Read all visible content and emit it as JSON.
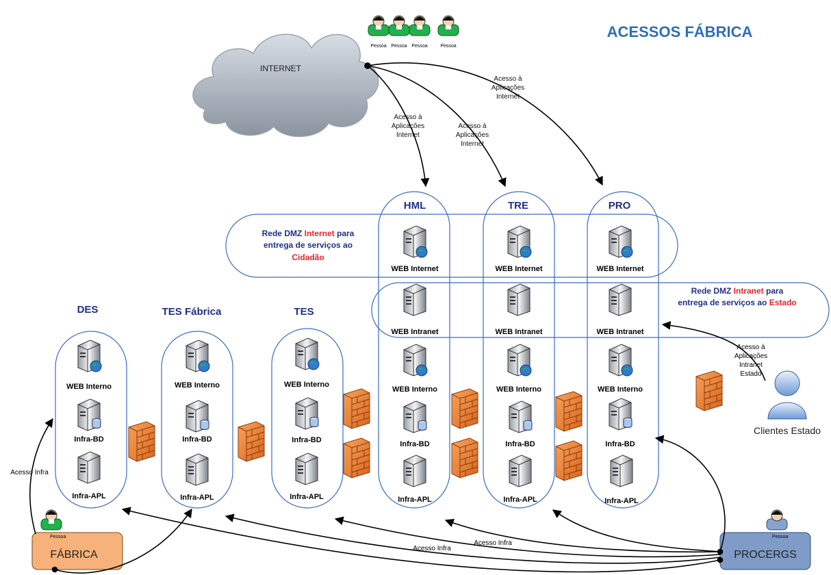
{
  "title": "ACESSOS FÁBRICA",
  "internet": {
    "label": "INTERNET"
  },
  "people_top": [
    "Pessoa",
    "Pessoa",
    "Pessoa",
    "Pessoa"
  ],
  "access_labels": {
    "internet_app": [
      "Acesso à",
      "Aplicações",
      "Internet"
    ],
    "intranet_app": [
      "Acesso à",
      "Aplicações",
      "Intranet",
      "Estado"
    ],
    "infra": "Acesso Infra"
  },
  "environments": [
    {
      "id": "des",
      "label": "DES",
      "servers": [
        "WEB Interno",
        "Infra-BD",
        "Infra-APL"
      ]
    },
    {
      "id": "tes-fabrica",
      "label": "TES Fábrica",
      "servers": [
        "WEB Interno",
        "Infra-BD",
        "Infra-APL"
      ]
    },
    {
      "id": "tes",
      "label": "TES",
      "servers": [
        "WEB Interno",
        "Infra-BD",
        "Infra-APL"
      ]
    },
    {
      "id": "hml",
      "label": "HML",
      "servers": [
        "WEB Internet",
        "WEB Intranet",
        "WEB Interno",
        "Infra-BD",
        "Infra-APL"
      ]
    },
    {
      "id": "tre",
      "label": "TRE",
      "servers": [
        "WEB Internet",
        "WEB Intranet",
        "WEB Interno",
        "Infra-BD",
        "Infra-APL"
      ]
    },
    {
      "id": "pro",
      "label": "PRO",
      "servers": [
        "WEB Internet",
        "WEB Intranet",
        "WEB Interno",
        "Infra-BD",
        "Infra-APL"
      ]
    }
  ],
  "dmz_internet": {
    "line1_a": "Rede DMZ ",
    "line1_b": "Internet",
    "line1_c": " para",
    "line2": "entrega de serviços ao",
    "line3": "Cidadão"
  },
  "dmz_intranet": {
    "line1_a": "Rede DMZ ",
    "line1_b": "Intranet",
    "line1_c": " para",
    "line2_a": "entrega de serviços ao ",
    "line2_b": "Estado"
  },
  "clients": {
    "label": "Clientes Estado"
  },
  "fabrica": {
    "label": "FÁBRICA",
    "person": "Pessoa"
  },
  "procergs": {
    "label": "PROCERGS",
    "person": "Pessoa"
  },
  "colors": {
    "title": "#2f6fb5",
    "env_label": "#1f2f86",
    "dmz_red": "#e8232a",
    "outline": "#3b6cc4",
    "fabrica_fill": "#f6b27a",
    "procergs_fill": "#7f9cc8",
    "firewall": "#f0883a",
    "person_green": "#22b14c"
  }
}
